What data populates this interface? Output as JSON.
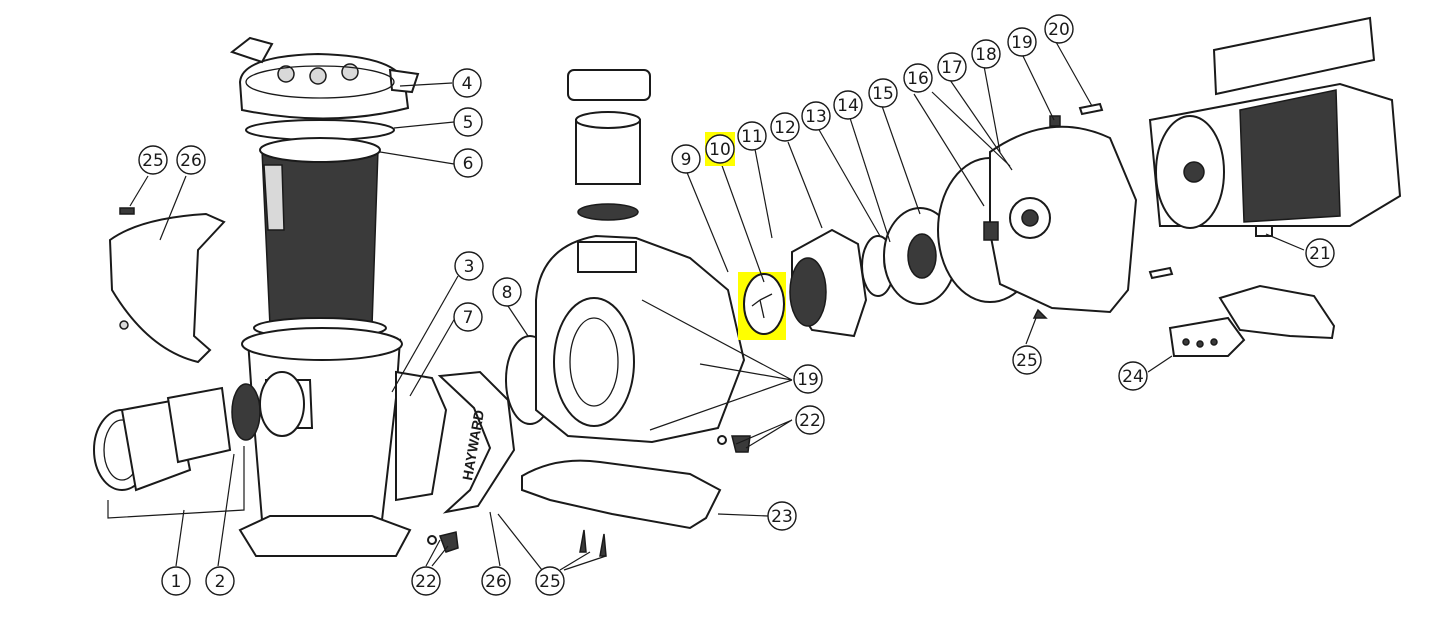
{
  "diagram": {
    "highlight_color": "#ffff00",
    "highlighted_callout": "10",
    "brand_text": "HAYWARD",
    "callouts": [
      {
        "id": "c1",
        "label": "1"
      },
      {
        "id": "c2",
        "label": "2"
      },
      {
        "id": "c3",
        "label": "3"
      },
      {
        "id": "c4",
        "label": "4"
      },
      {
        "id": "c5",
        "label": "5"
      },
      {
        "id": "c6",
        "label": "6"
      },
      {
        "id": "c7",
        "label": "7"
      },
      {
        "id": "c8",
        "label": "8"
      },
      {
        "id": "c9",
        "label": "9"
      },
      {
        "id": "c10",
        "label": "10"
      },
      {
        "id": "c11",
        "label": "11"
      },
      {
        "id": "c12",
        "label": "12"
      },
      {
        "id": "c13",
        "label": "13"
      },
      {
        "id": "c14",
        "label": "14"
      },
      {
        "id": "c15",
        "label": "15"
      },
      {
        "id": "c16",
        "label": "16"
      },
      {
        "id": "c17",
        "label": "17"
      },
      {
        "id": "c18",
        "label": "18"
      },
      {
        "id": "c19a",
        "label": "19"
      },
      {
        "id": "c20",
        "label": "20"
      },
      {
        "id": "c19b",
        "label": "19"
      },
      {
        "id": "c21",
        "label": "21"
      },
      {
        "id": "c22a",
        "label": "22"
      },
      {
        "id": "c22b",
        "label": "22"
      },
      {
        "id": "c23",
        "label": "23"
      },
      {
        "id": "c24",
        "label": "24"
      },
      {
        "id": "c25a",
        "label": "25"
      },
      {
        "id": "c25b",
        "label": "25"
      },
      {
        "id": "c25c",
        "label": "25"
      },
      {
        "id": "c26a",
        "label": "26"
      },
      {
        "id": "c26b",
        "label": "26"
      }
    ]
  }
}
